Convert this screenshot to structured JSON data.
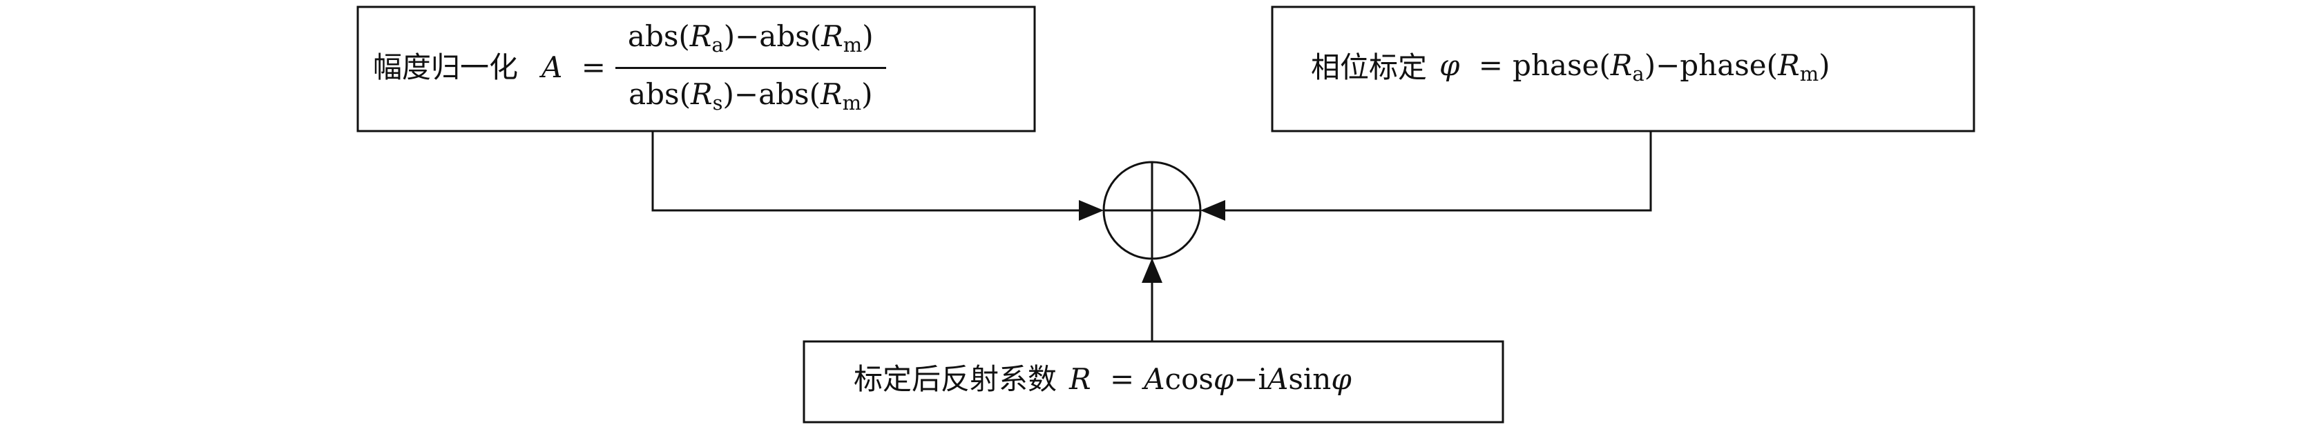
{
  "boxes": {
    "amplitude": {
      "title": "幅度归一化",
      "var": "A",
      "eq": "=",
      "numerator": {
        "p1": "abs(",
        "r1": "R",
        "s1": "a",
        "p2": ")−abs(",
        "r2": "R",
        "s2": "m",
        "p3": ")"
      },
      "denominator": {
        "p1": "abs(",
        "r1": "R",
        "s1": "s",
        "p2": ")−abs(",
        "r2": "R",
        "s2": "m",
        "p3": ")"
      }
    },
    "phase": {
      "title": "相位标定",
      "var": "φ",
      "eq": "=",
      "p1": "phase(",
      "r1": "R",
      "s1": "a",
      "p2": ")−phase(",
      "r2": "R",
      "s2": "m",
      "p3": ")"
    },
    "result": {
      "title": "标定后反射系数",
      "var": "R",
      "eq": "=",
      "a1": "A",
      "f1": "cos",
      "phi1": "φ",
      "op": "−i",
      "a2": "A",
      "f2": "sin",
      "phi2": "φ"
    }
  },
  "summing_junction": {
    "icon": "summing-junction-circle-cross"
  },
  "colors": {
    "line": "#111111",
    "background": "#ffffff"
  }
}
